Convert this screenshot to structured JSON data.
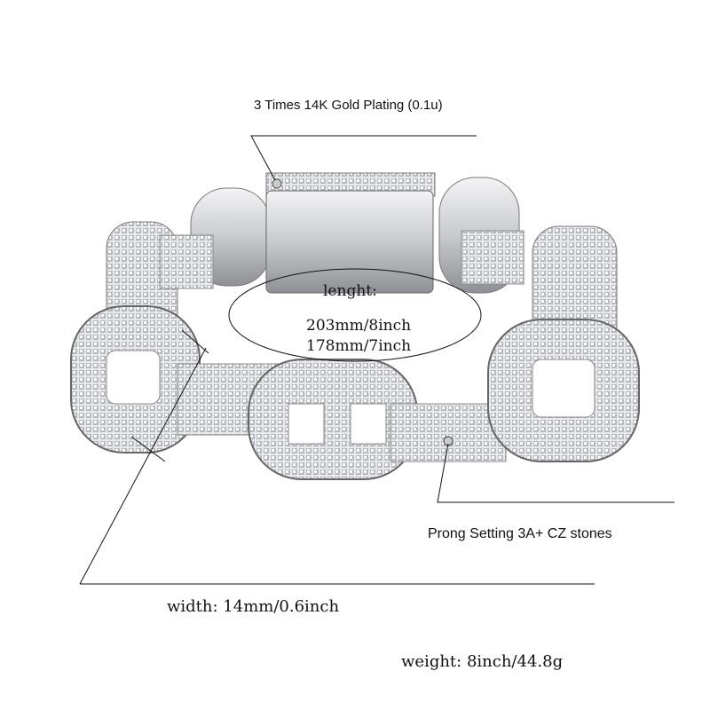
{
  "annotations": {
    "plating": "3 Times 14K Gold Plating (0.1u)",
    "length_label": "lenght:",
    "length_8": "203mm/8inch",
    "length_7": "178mm/7inch",
    "setting": "Prong Setting 3A+ CZ stones",
    "width": "width: 14mm/0.6inch",
    "weight": "weight: 8inch/44.8g"
  },
  "colors": {
    "metal": "#d9dadd",
    "metal_dark": "#8f9196",
    "line": "#111111"
  }
}
